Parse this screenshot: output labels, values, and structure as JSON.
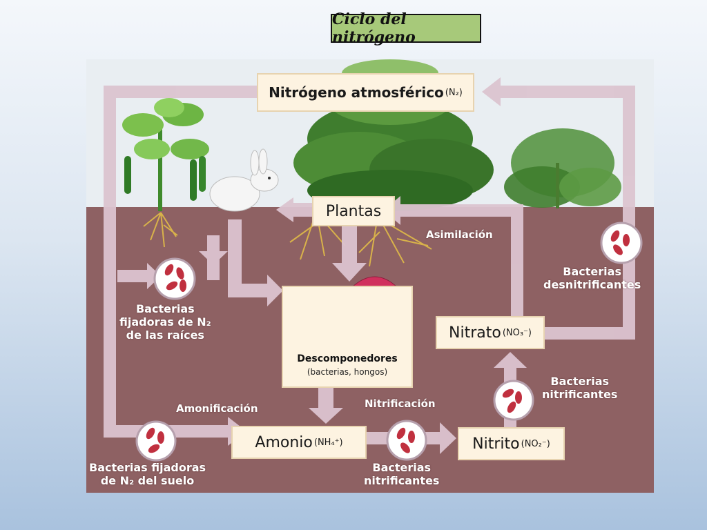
{
  "slide_title": "Ciclo del nitrógeno",
  "diagram": {
    "atmospheric": {
      "name": "Nitrógeno atmosférico",
      "formula": "(N₂)"
    },
    "plants": "Plantas",
    "decomposers": {
      "name": "Descomponedores",
      "detail": "(bacterias, hongos)"
    },
    "ammonium": {
      "name": "Amonio",
      "formula": "(NH₄⁺)"
    },
    "nitrite": {
      "name": "Nitrito",
      "formula": "(NO₂⁻)"
    },
    "nitrate": {
      "name": "Nitrato",
      "formula": "(NO₃⁻)"
    },
    "assimilation": "Asimilación",
    "ammonification": "Amonificación",
    "nitrification": "Nitrificación",
    "root_fixers": [
      "Bacterias",
      "fijadoras de N₂",
      "de las raíces"
    ],
    "soil_fixers": [
      "Bacterias fijadoras",
      "de N₂ del suelo"
    ],
    "nitrifying_bottom": [
      "Bacterias",
      "nitrificantes"
    ],
    "nitrifying_right": [
      "Bacterias",
      "nitrificantes"
    ],
    "denitrifying": [
      "Bacterias",
      "desnitrificantes"
    ]
  },
  "colors": {
    "soil": "#8e6163",
    "sky": "#e9eef2",
    "arrow": "#dcc4d0",
    "box": "#fdf3e1",
    "bacteria": "#c0303f",
    "title_box": "#a7c97a"
  },
  "icons": [
    "bean-plant",
    "rabbit",
    "tree",
    "grass",
    "mushroom",
    "bacteria"
  ]
}
